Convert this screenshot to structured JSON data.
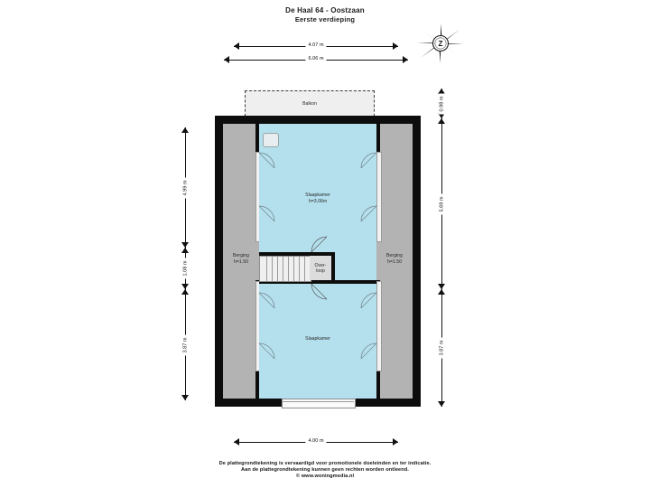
{
  "header": {
    "title": "De Haal 64 - Oostzaan",
    "subtitle": "Eerste verdieping"
  },
  "compass": {
    "label": "Z",
    "name": "compass-rose"
  },
  "dimensions": {
    "top_inner": "4.07 m",
    "top_outer": "6.06 m",
    "bottom": "4.00 m",
    "left": [
      "4.99 m",
      "1.08 m",
      "3.87 m"
    ],
    "right": [
      "0.98 m",
      "5.69 m",
      "3.87 m"
    ]
  },
  "rooms": [
    {
      "name": "balcony",
      "label": "Balkon",
      "height": ""
    },
    {
      "name": "bedroom-north",
      "label": "Slaapkamer",
      "height": "h=3.06m"
    },
    {
      "name": "storage-west",
      "label": "Berging",
      "height": "h=1.50"
    },
    {
      "name": "storage-east",
      "label": "Berging",
      "height": "h=1.50"
    },
    {
      "name": "landing",
      "label": "Over-",
      "height": "loop"
    },
    {
      "name": "bedroom-south",
      "label": "Slaapkamer",
      "height": ""
    }
  ],
  "footer": {
    "line1": "De plattegrondtekening is vervaardigd voor promotionele doeleinden en ter indicatie.",
    "line2": "Aan de plattegrondtekening kunnen geen rechten worden ontleend.",
    "line3": "© www.woningmedia.nl"
  },
  "colors": {
    "wall": "#0d0d0d",
    "bedroom": "#b4e0ee",
    "storage": "#b3b3b3",
    "balcony": "#eeeeee",
    "landing": "#dcdcdc",
    "text": "#1b1b1b"
  }
}
